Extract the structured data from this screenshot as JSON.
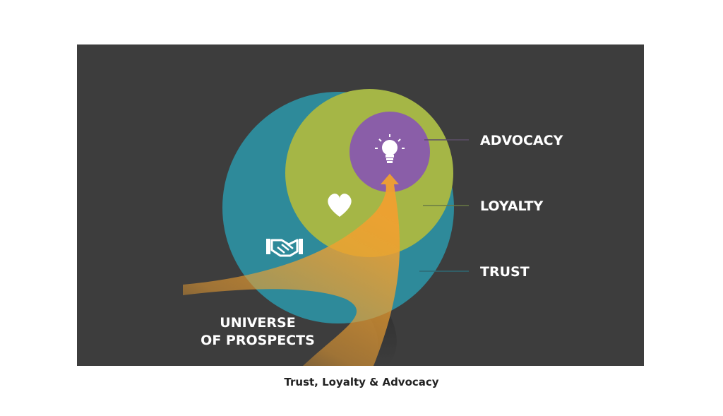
{
  "diagram": {
    "layers": [
      {
        "id": "advocacy",
        "label": "ADVOCACY",
        "color": "#8a5ea8",
        "icon": "lightbulb-icon"
      },
      {
        "id": "loyalty",
        "label": "LOYALTY",
        "color": "#a5b646",
        "icon": "heart-icon"
      },
      {
        "id": "trust",
        "label": "TRUST",
        "color": "#2e8a9a",
        "icon": "handshake-icon"
      }
    ],
    "prospects_label_line1": "UNIVERSE",
    "prospects_label_line2": "OF PROSPECTS",
    "arrow_color": "#f0a030",
    "background_color": "#3d3d3d"
  },
  "caption": "Trust, Loyalty & Advocacy"
}
